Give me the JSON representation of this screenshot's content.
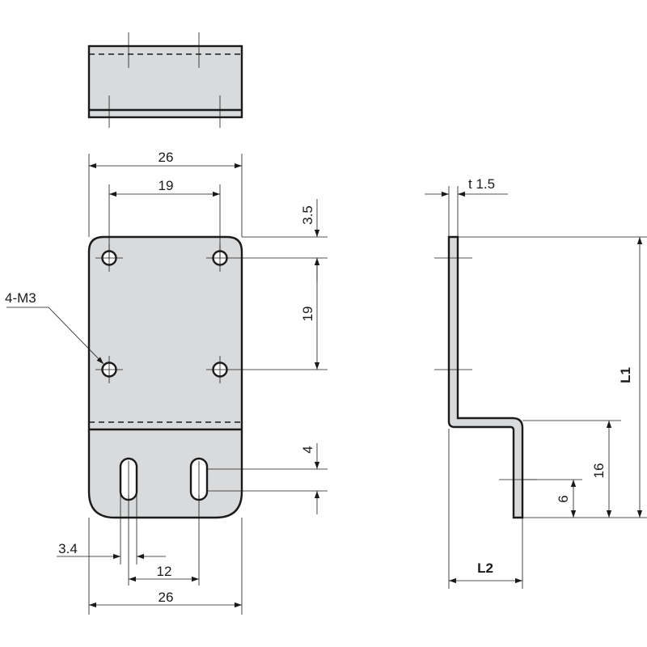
{
  "dimensions": {
    "top_width": "26",
    "top_hole_pitch": "19",
    "hole_edge_offset": "3.5",
    "vertical_hole_pitch": "19",
    "tap_holes": "4-M3",
    "slot_length": "4",
    "slot_width": "3.4",
    "slot_pitch": "12",
    "bottom_width": "26",
    "thickness": "t 1.5",
    "length_l1": "L1",
    "offset_16": "16",
    "offset_6": "6",
    "length_l2": "L2"
  }
}
